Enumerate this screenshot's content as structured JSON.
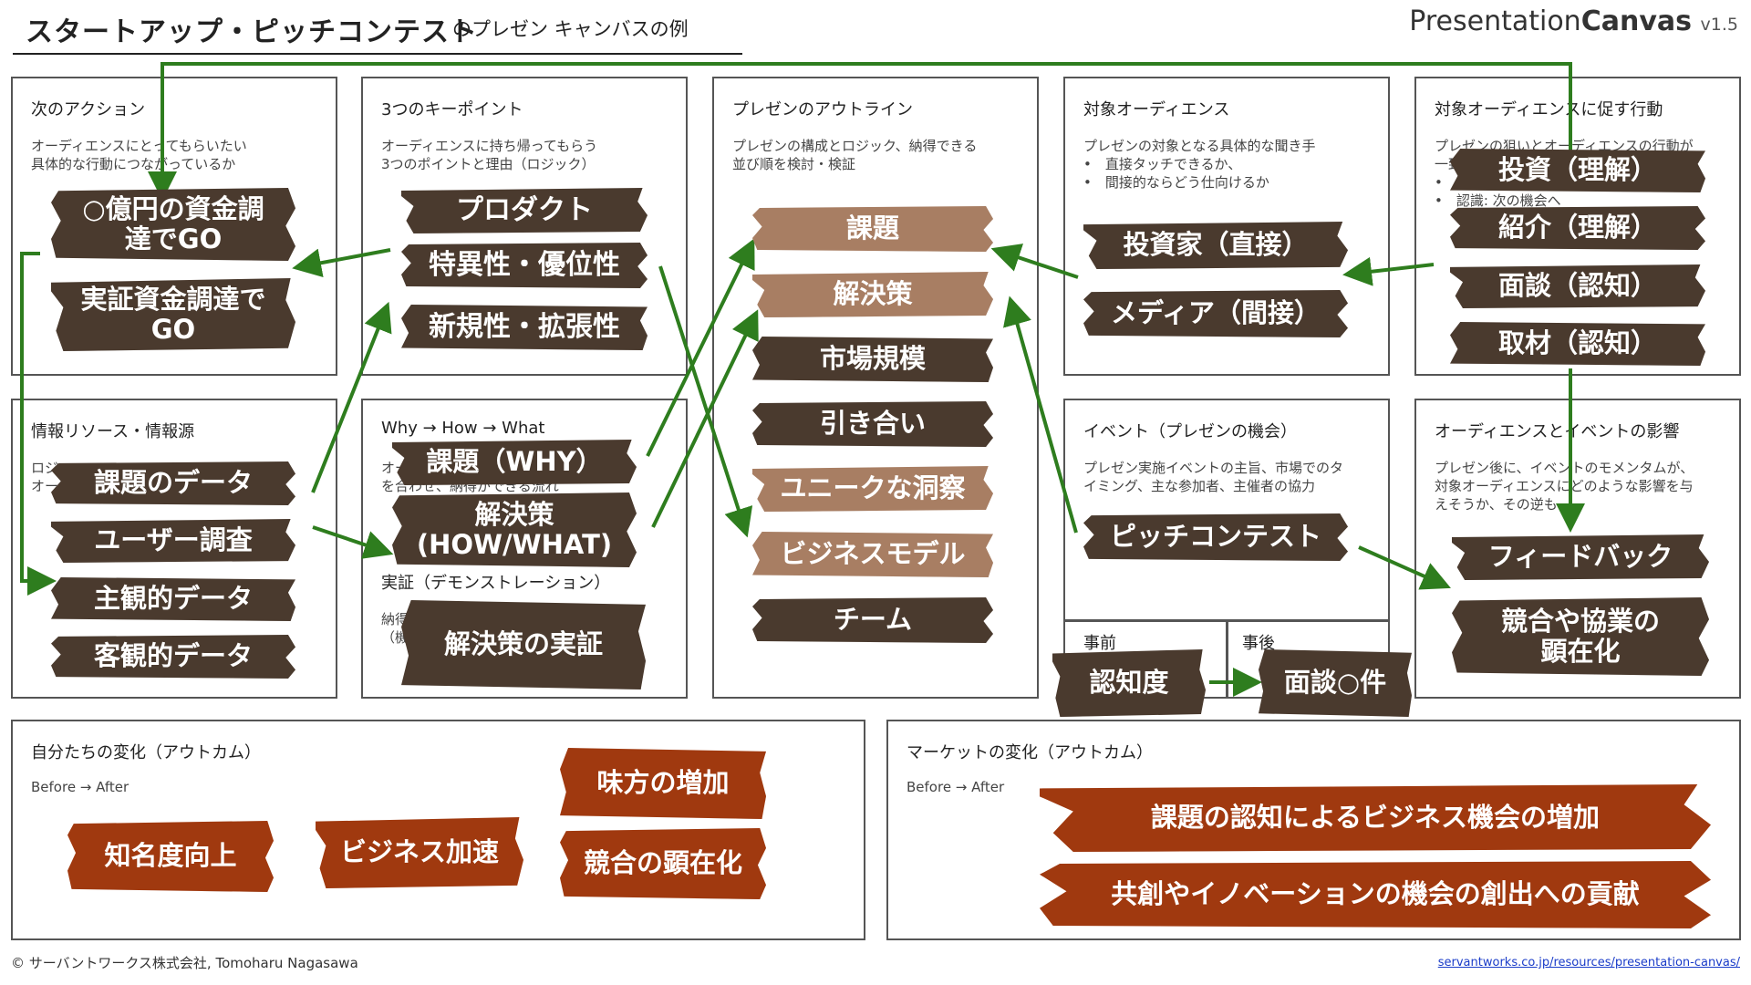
{
  "header": {
    "title": "スタートアップ・ピッチコンテスト",
    "subtitle": "のプレゼン キャンバスの例",
    "brand_light": "Presentation",
    "brand_bold": "Canvas",
    "brand_version": "v1.5"
  },
  "panels": {
    "next_action": {
      "title": "次のアクション",
      "desc": "オーディエンスにとってもらいたい\n具体的な行動につながっているか"
    },
    "key_points": {
      "title": "3つのキーポイント",
      "desc": "オーディエンスに持ち帰ってもらう\n3つのポイントと理由（ロジック）"
    },
    "outline": {
      "title": "プレゼンのアウトライン",
      "desc": "プレゼンの構成とロジック、納得できる\n並び順を検討・検証"
    },
    "audience": {
      "title": "対象オーディエンス",
      "desc": "プレゼンの対象となる具体的な聞き手\n•　直接タッチできるか、\n•　間接的ならどう仕向けるか"
    },
    "audience_action": {
      "title": "対象オーディエンスに促す行動",
      "desc": "プレゼンの狙いとオーディエンスの行動が\n一致\n•\n•　認識: 次の機会へ"
    },
    "info_resources": {
      "title": "情報リソース・情報源",
      "desc": "ロジ\nオー　　　　　　　　　　　　　　源"
    },
    "why_how_what": {
      "title": "Why → How → What",
      "desc": "オー　　　　　　　　　　　　　　」\nを合わせ、納得ができる流れ"
    },
    "demonstration": {
      "title": "実証（デモンストレーション）",
      "desc": "納得\n（機"
    },
    "event": {
      "title": "イベント（プレゼンの機会）",
      "desc": "プレゼン実施イベントの主旨、市場でのタ\nイミング、主な参加者、主催者の協力",
      "before": "事前",
      "after": "事後"
    },
    "event_impact": {
      "title": "オーディエンスとイベントの影響",
      "desc": "プレゼン後に、イベントのモメンタムが、\n対象オーディエンスにどのような影響を与\nえそうか、その逆も"
    },
    "our_change": {
      "title": "自分たちの変化（アウトカム）",
      "desc": "Before → After"
    },
    "market_change": {
      "title": "マーケットの変化（アウトカム）",
      "desc": "Before → After"
    }
  },
  "tags": {
    "next_action": [
      "○億円の資金調\n達でGO",
      "実証資金調達で\nGO"
    ],
    "key_points": [
      "プロダクト",
      "特異性・優位性",
      "新規性・拡張性"
    ],
    "outline": [
      "課題",
      "解決策",
      "市場規模",
      "引き合い",
      "ユニークな洞察",
      "ビジネスモデル",
      "チーム"
    ],
    "audience": [
      "投資家（直接）",
      "メディア（間接）"
    ],
    "audience_action": [
      "投資（理解）",
      "紹介（理解）",
      "面談（認知）",
      "取材（認知）"
    ],
    "info_resources": [
      "課題のデータ",
      "ユーザー調査",
      "主観的データ",
      "客観的データ"
    ],
    "why_how_what": [
      "課題（WHY）",
      "解決策\n(HOW/WHAT)"
    ],
    "demonstration": [
      "解決策の実証"
    ],
    "event": [
      "ピッチコンテスト"
    ],
    "event_before": [
      "認知度"
    ],
    "event_after": [
      "面談○件"
    ],
    "event_impact": [
      "フィードバック",
      "競合や協業の\n顕在化"
    ],
    "our_change": [
      "知名度向上",
      "ビジネス加速",
      "味方の増加",
      "競合の顕在化"
    ],
    "market_change": [
      "課題の認知によるビジネス機会の増加",
      "共創やイノベーションの機会の創出への貢献"
    ]
  },
  "colors": {
    "dark_tag": "#4a3a2e",
    "light_tag": "#a87e63",
    "red_tag": "#a0390f",
    "arrow": "#2e7d1e",
    "border": "#555555"
  },
  "footer": {
    "copyright": "© サーバントワークス株式会社, Tomoharu Nagasawa",
    "url": "servantworks.co.jp/resources/presentation-canvas/"
  }
}
